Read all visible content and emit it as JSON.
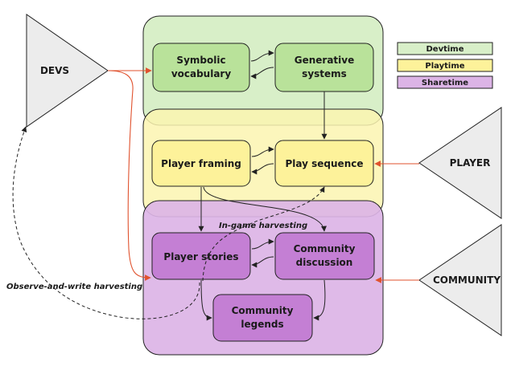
{
  "legend": {
    "devtime": "Devtime",
    "playtime": "Playtime",
    "sharetime": "Sharetime"
  },
  "actors": {
    "devs": "DEVS",
    "player": "PLAYER",
    "community": "COMMUNITY"
  },
  "nodes": {
    "symbolic_vocabulary": [
      "Symbolic",
      "vocabulary"
    ],
    "generative_systems": [
      "Generative",
      "systems"
    ],
    "player_framing": "Player framing",
    "play_sequence": "Play sequence",
    "player_stories": "Player stories",
    "community_discussion": [
      "Community",
      "discussion"
    ],
    "community_legends": [
      "Community",
      "legends"
    ]
  },
  "annotations": {
    "in_game_harvesting": "In-game harvesting",
    "observe_and_write_harvesting": "Observe-and-write harvesting"
  },
  "colors": {
    "devtime_zone": "#d8efc8",
    "devtime_node": "#b9e29a",
    "playtime_zone": "#fbf5b0",
    "playtime_node": "#fdf29a",
    "sharetime_zone": "#dcb4e6",
    "sharetime_node": "#c47fd4",
    "actor_fill": "#ececec",
    "red_arrow": "#e0522e",
    "outline": "#222222"
  }
}
